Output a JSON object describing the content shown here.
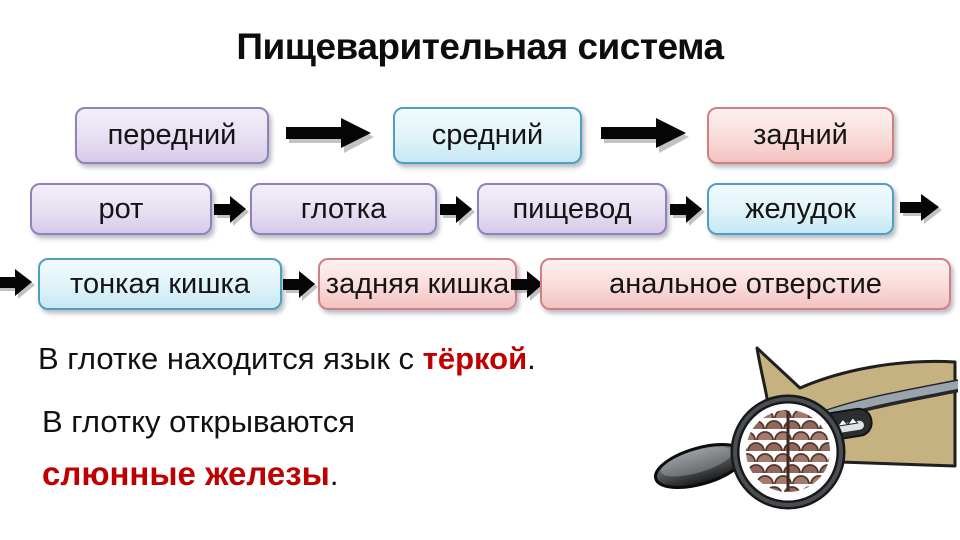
{
  "slide": {
    "title": "Пищеварительная система"
  },
  "flow": {
    "row1": [
      {
        "label": "передний",
        "color": "purple"
      },
      {
        "label": "средний",
        "color": "blue"
      },
      {
        "label": "задний",
        "color": "pink"
      }
    ],
    "row2": [
      {
        "label": "рот",
        "color": "purple"
      },
      {
        "label": "глотка",
        "color": "purple"
      },
      {
        "label": "пищевод",
        "color": "purple"
      },
      {
        "label": "желудок",
        "color": "blue"
      }
    ],
    "row3": [
      {
        "label": "тонкая кишка",
        "color": "blue"
      },
      {
        "label": "задняя кишка",
        "color": "pink"
      },
      {
        "label": "анальное отверстие",
        "color": "pink"
      }
    ]
  },
  "notes": {
    "sentence1": {
      "before": "В глотке находится язык с ",
      "highlight": "тёркой",
      "after": "."
    },
    "sentence2": {
      "line1": "В глотку открываются",
      "highlight": "слюнные железы",
      "after": "."
    }
  },
  "icons": {
    "flow_arrow": "black-block-arrow-right"
  },
  "illustration": {
    "alt": "snail head with magnifying glass showing radula (rasping tongue) teeth"
  },
  "colors": {
    "accent-red": "#c00000",
    "purple-border": "#9081b8",
    "purple-fill-top": "#f3eff9",
    "purple-fill-bottom": "#d7caea",
    "blue-border": "#4f9fc0",
    "blue-fill-top": "#f1fbfe",
    "blue-fill-bottom": "#c6e8f4",
    "pink-border": "#d08080",
    "pink-fill-top": "#fdf1f0",
    "pink-fill-bottom": "#f3c2c1",
    "snail-body": "#c6b181",
    "arrow-black": "#050505"
  }
}
